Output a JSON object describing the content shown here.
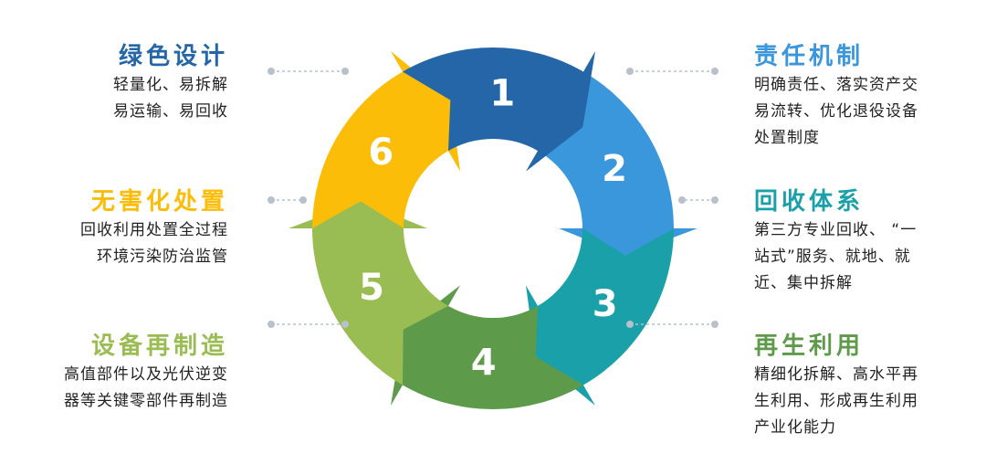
{
  "colors": {
    "step1": "#2566a8",
    "step2": "#3a97dc",
    "step3": "#1aa0a8",
    "step4": "#5d9a4a",
    "step5": "#99bd52",
    "step6": "#fbbd07",
    "connector": "#b8c0cc"
  },
  "steps": [
    {
      "number": "1",
      "title": "绿色设计",
      "desc": [
        "轻量化、易拆解",
        "易运输、易回收"
      ]
    },
    {
      "number": "2",
      "title": "责任机制",
      "desc": [
        "明确责任、落实资产交",
        "易流转、优化退役设备",
        "处置制度"
      ]
    },
    {
      "number": "3",
      "title": "回收体系",
      "desc": [
        "第三方专业回收、 “一",
        "站式”服务、就地、就",
        "近、集中拆解"
      ]
    },
    {
      "number": "4",
      "title": "再生利用",
      "desc": [
        "精细化拆解、高水平再",
        "生利用、形成再生利用",
        "产业化能力"
      ]
    },
    {
      "number": "5",
      "title": "设备再制造",
      "desc": [
        "高值部件以及光伏逆变",
        "器等关键零部件再制造"
      ]
    },
    {
      "number": "6",
      "title": "无害化处置",
      "desc": [
        "回收利用处置全过程",
        "环境污染防治监管"
      ]
    }
  ]
}
